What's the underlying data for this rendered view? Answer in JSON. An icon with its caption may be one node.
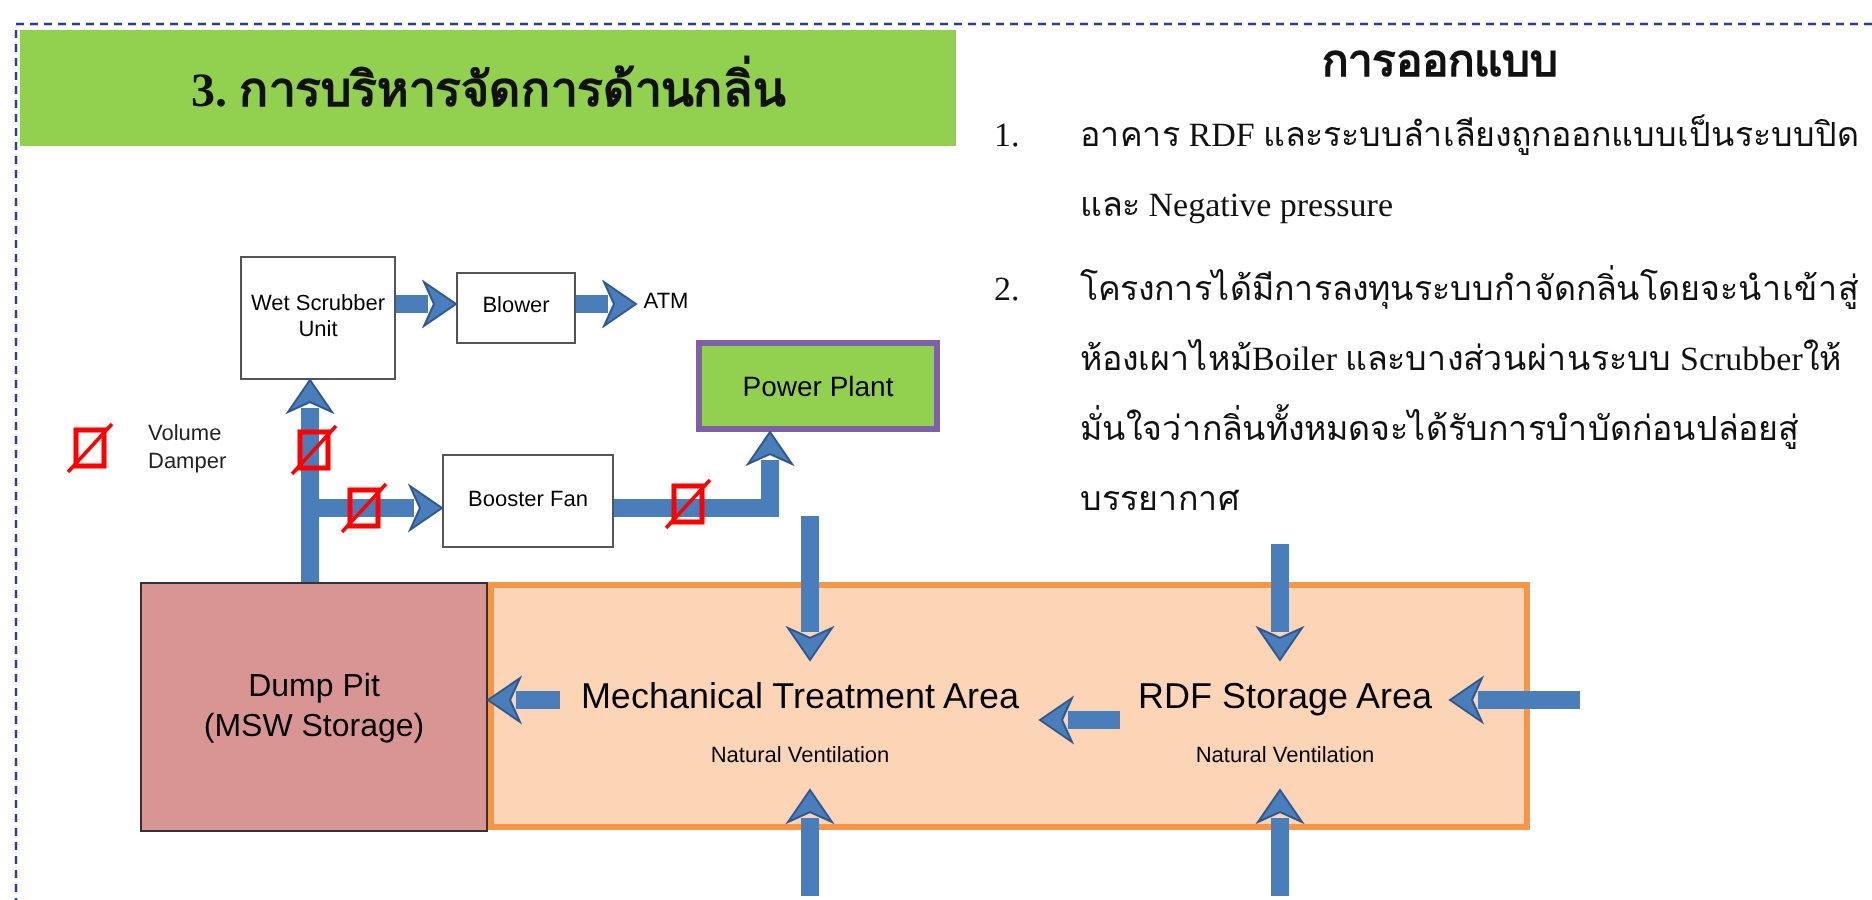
{
  "diagram": {
    "title": "3. การบริหารจัดการด้านกลิ่น",
    "nodes": [
      {
        "text": [
          "Wet Scrubber Unit"
        ]
      },
      {
        "text": [
          "Blower"
        ]
      },
      {
        "text": [
          "ATM"
        ]
      },
      {
        "text": [
          "Power Plant"
        ]
      },
      {
        "text": [
          "Booster Fan"
        ]
      },
      {
        "text": [
          "Dump Pit (MSW Storage)"
        ]
      },
      {
        "text": [],
        "shape": "box"
      },
      {
        "text": [
          "Mechanical Treatment Area",
          "Natural Ventilation"
        ],
        "in": 6
      },
      {
        "text": [
          "RDF Storage Area",
          "Natural Ventilation"
        ],
        "in": 6
      }
    ],
    "edges": [
      {
        "from": 5,
        "to": 0,
        "arrow": "to"
      },
      {
        "from": 5,
        "to": 4,
        "arrow": "to"
      },
      {
        "from": 0,
        "to": 1,
        "arrow": "to"
      },
      {
        "from": 1,
        "to": 2,
        "arrow": "to"
      },
      {
        "from": 4,
        "to": 3,
        "arrow": "to"
      },
      {
        "from": null,
        "to": 7,
        "arrow": "to"
      },
      {
        "from": null,
        "to": 8,
        "arrow": "to"
      },
      {
        "from": null,
        "to": 7,
        "arrow": "to"
      },
      {
        "from": null,
        "to": 8,
        "arrow": "to"
      },
      {
        "from": 8,
        "to": 7,
        "arrow": "to"
      },
      {
        "from": 7,
        "to": 5,
        "arrow": "to"
      },
      {
        "from": null,
        "to": 8,
        "arrow": "to"
      }
    ],
    "labels": [
      "การออกแบบ",
      "1.",
      "อาคาร RDF และระบบลำเลียงถูกออกแบบเป็นระบบปิดและ Negative pressure",
      "2.",
      "โครงการได้มีการลงทุนระบบกำจัดกลิ่นโดยจะนำเข้าสู่ห้องเผาไหม้Boiler และบางส่วนผ่านระบบ Scrubberให้มั่นใจว่ากลิ่นทั้งหมดจะได้รับการบำบัดก่อนปล่อยสู่บรรยากาศ"
    ],
    "legend": [
      {
        "text": "Volume Damper"
      }
    ]
  }
}
